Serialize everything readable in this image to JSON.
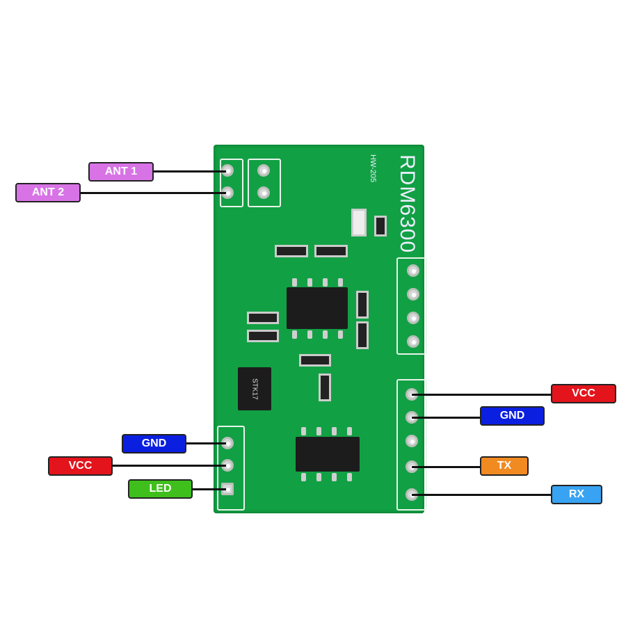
{
  "board": {
    "name": "RDM6300",
    "model": "HW-205",
    "regulator_marking": "STK17"
  },
  "left_pins": [
    {
      "label": "ANT 1",
      "color": "#d873e6"
    },
    {
      "label": "ANT 2",
      "color": "#d873e6"
    },
    {
      "label": "GND",
      "color": "#0b1fe0"
    },
    {
      "label": "VCC",
      "color": "#e3141c"
    },
    {
      "label": "LED",
      "color": "#3fbf1c"
    }
  ],
  "right_pins": [
    {
      "label": "VCC",
      "color": "#e3141c"
    },
    {
      "label": "GND",
      "color": "#0b1fe0"
    },
    {
      "label": "TX",
      "color": "#f28a22"
    },
    {
      "label": "RX",
      "color": "#38a3f2"
    }
  ]
}
